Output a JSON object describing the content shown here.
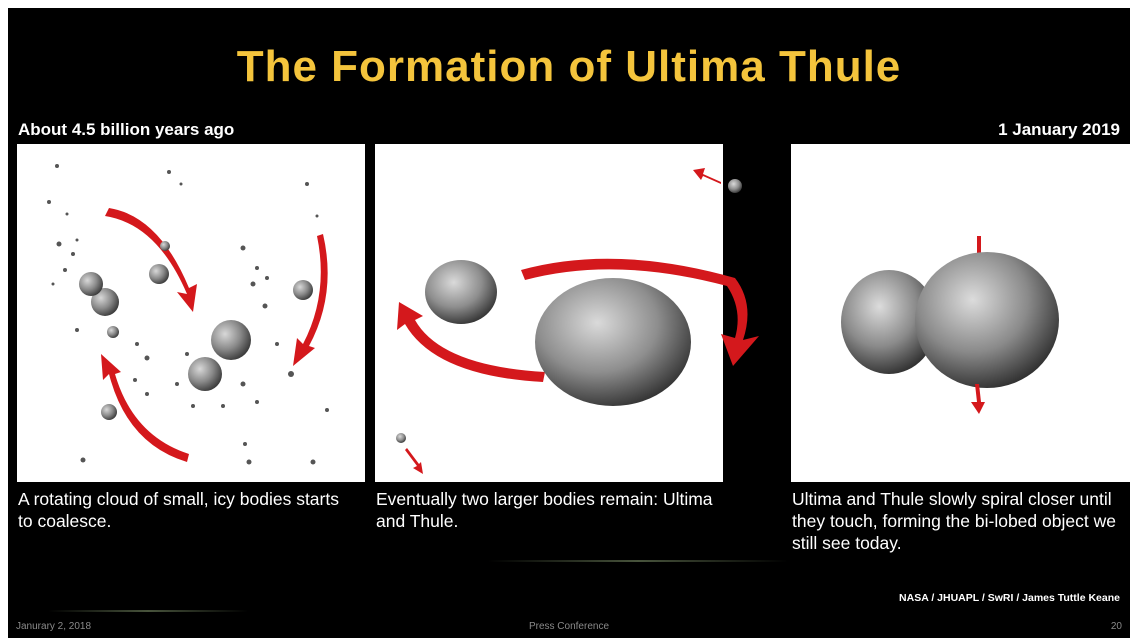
{
  "slide": {
    "title": "The Formation of Ultima Thule",
    "time_left": "About 4.5 billion years ago",
    "time_right": "1 January 2019",
    "panels": [
      {
        "caption": "A rotating cloud of small, icy bodies starts to coalesce."
      },
      {
        "caption": "Eventually two larger bodies remain: Ultima and Thule."
      },
      {
        "caption": "Ultima and Thule slowly spiral closer until they touch, forming the bi-lobed object we still see today."
      }
    ],
    "credit": "NASA / JHUAPL / SwRI / James Tuttle Keane",
    "footer": {
      "date": "Janurary 2, 2018",
      "event": "Press Conference",
      "page": "20"
    }
  },
  "colors": {
    "title": "#f4c43c",
    "arrow": "#d4181c",
    "background": "#000000"
  }
}
